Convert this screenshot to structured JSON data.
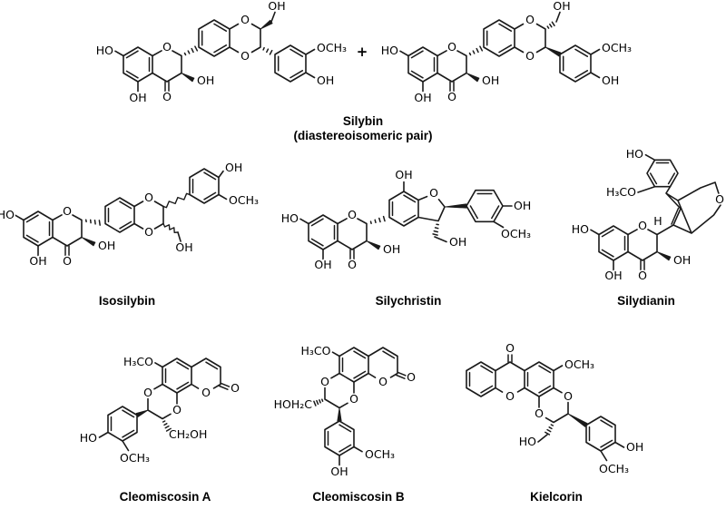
{
  "molecules": {
    "silybin": {
      "name": "Silybin",
      "subtitle": "(diastereoisomeric pair)"
    },
    "isosilybin": {
      "name": "Isosilybin"
    },
    "silychristin": {
      "name": "Silychristin"
    },
    "silydianin": {
      "name": "Silydianin"
    },
    "cleomiscosin_a": {
      "name": "Cleomiscosin A"
    },
    "cleomiscosin_b": {
      "name": "Cleomiscosin B"
    },
    "kielcorin": {
      "name": "Kielcorin"
    }
  },
  "operators": {
    "plus": "+"
  },
  "atom_labels": {
    "OH": "OH",
    "HO": "HO",
    "O": "O",
    "OCH3": "OCH₃",
    "H3CO": "H₃CO",
    "CH2OH": "CH₂OH",
    "HOH2C": "HOH₂C",
    "H": "H"
  },
  "style": {
    "background": "#ffffff",
    "bond_color": "#1a1a1a",
    "label_color": "#000000"
  }
}
